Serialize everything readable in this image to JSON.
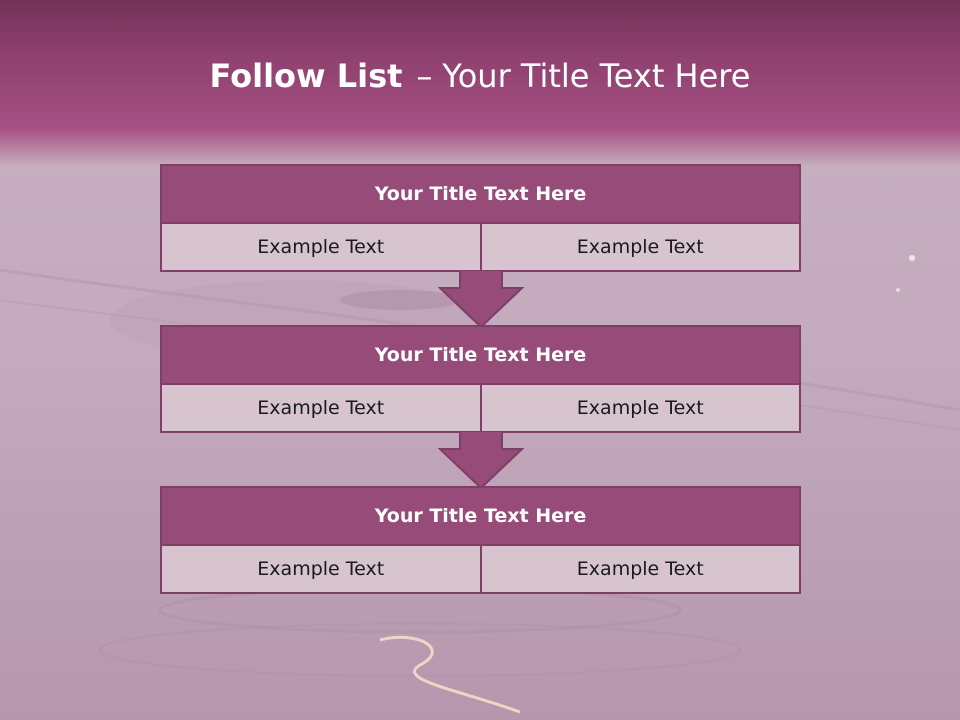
{
  "slide": {
    "title_bold": "Follow List",
    "title_separator": "–",
    "title_rest": "Your Title Text Here"
  },
  "steps": [
    {
      "title": "Your Title Text Here",
      "left": "Example Text",
      "right": "Example Text"
    },
    {
      "title": "Your Title Text Here",
      "left": "Example Text",
      "right": "Example Text"
    },
    {
      "title": "Your Title Text Here",
      "left": "Example Text",
      "right": "Example Text"
    }
  ],
  "colors": {
    "header_band": "#8e3f72",
    "box_header": "#964b79",
    "box_border": "#7e3e66",
    "box_body": "#d7c4cf",
    "arrow": "#964b79",
    "title_text": "#ffffff"
  }
}
